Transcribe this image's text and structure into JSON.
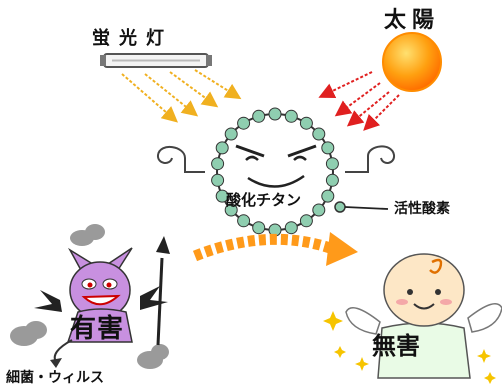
{
  "labels": {
    "fluorescent_lamp": "蛍光灯",
    "sun": "太陽",
    "titanium_oxide": "酸化チタン",
    "active_oxygen": "活性酸素",
    "harmful": "有害",
    "harmless": "無害",
    "bacteria_virus": "細菌・ウィルス"
  },
  "colors": {
    "lamp_rays": "#f0b020",
    "sun_rays": "#e02020",
    "sun_core": "#ff8c00",
    "bead": "#8fceb0",
    "devil": "#c890e0",
    "arrow": "#ff9a1a"
  },
  "icons": {
    "lamp": "fluorescent-lamp-icon",
    "sun": "sun-icon",
    "catalyst": "titanium-oxide-character-icon",
    "devil": "germ-devil-icon",
    "angel": "angel-icon"
  }
}
